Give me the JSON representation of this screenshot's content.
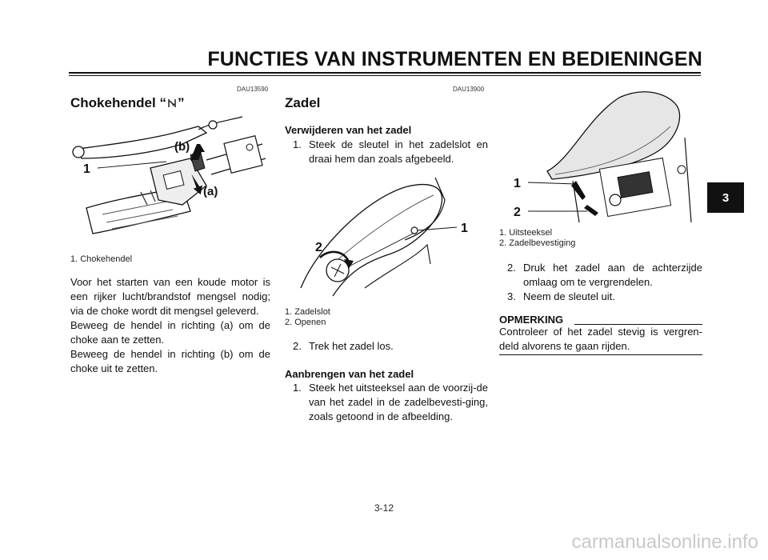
{
  "header": {
    "title": "FUNCTIES VAN INSTRUMENTEN EN BEDIENINGEN"
  },
  "chapter_tab": "3",
  "left": {
    "code": "DAU13590",
    "heading": "Chokehendel “",
    "heading_end": "”",
    "figure": {
      "labels": [
        "1",
        "(a)",
        "(b)"
      ]
    },
    "caption": "1. Chokehendel",
    "paragraphs": [
      "Voor het starten van een koude motor is een rijker lucht/brandstof mengsel nodig; via de choke wordt dit mengsel geleverd.",
      "Beweeg de hendel in richting (a) om de choke aan te zetten.",
      "Beweeg de hendel in richting (b) om de choke uit te zetten."
    ]
  },
  "middle": {
    "code": "DAU13900",
    "heading": "Zadel",
    "remove_heading": "Verwijderen van het zadel",
    "remove_steps": [
      {
        "num": "1.",
        "text": "Steek de sleutel in het zadelslot en draai hem dan zoals afgebeeld."
      },
      {
        "num": "2.",
        "text": "Trek het zadel los."
      }
    ],
    "figure": {
      "labels": [
        "1",
        "2"
      ]
    },
    "captions": [
      "1. Zadelslot",
      "2. Openen"
    ],
    "install_heading": "Aanbrengen van het zadel",
    "install_steps": [
      {
        "num": "1.",
        "text": "Steek het uitsteeksel aan de voorzij-de van het zadel in de zadelbevesti-ging, zoals getoond in de afbeelding."
      }
    ]
  },
  "right": {
    "figure": {
      "labels": [
        "1",
        "2"
      ]
    },
    "captions": [
      "1. Uitsteeksel",
      "2. Zadelbevestiging"
    ],
    "steps": [
      {
        "num": "2.",
        "text": "Druk het zadel aan de achterzijde omlaag om te vergrendelen."
      },
      {
        "num": "3.",
        "text": "Neem de sleutel uit."
      }
    ],
    "note_heading": "OPMERKING",
    "note_text": "Controleer of het zadel stevig is vergren-deld alvorens te gaan rijden."
  },
  "page_number": "3-12",
  "watermark": "carmanualsonline.info"
}
